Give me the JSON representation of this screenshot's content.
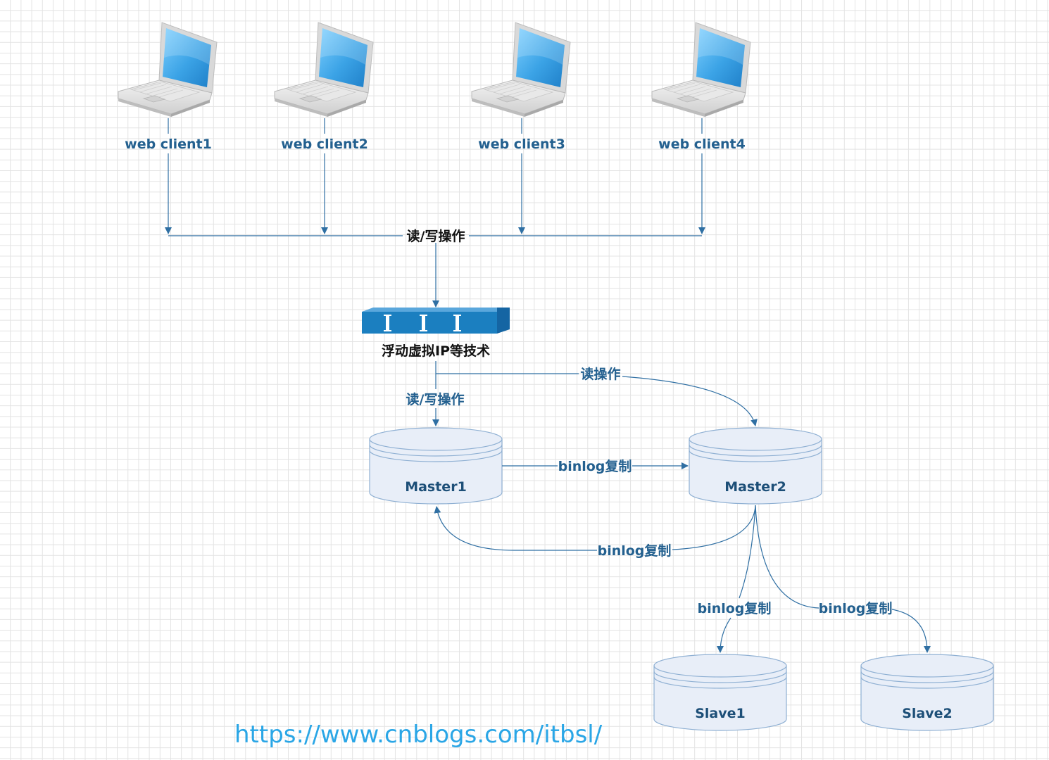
{
  "clients": [
    {
      "label": "web client1"
    },
    {
      "label": "web client2"
    },
    {
      "label": "web client3"
    },
    {
      "label": "web client4"
    }
  ],
  "bus_label": "读/写操作",
  "vip_label": "浮动虚拟IP等技术",
  "edges": {
    "vip_to_master1": "读/写操作",
    "vip_to_master2": "读操作",
    "master1_to_master2": "binlog复制",
    "master2_to_master1": "binlog复制",
    "master2_to_slave1": "binlog复制",
    "master2_to_slave2": "binlog复制"
  },
  "databases": {
    "master1": "Master1",
    "master2": "Master2",
    "slave1": "Slave1",
    "slave2": "Slave2"
  },
  "watermark": "https://www.cnblogs.com/itbsl/",
  "colors": {
    "line": "#2f6fa3",
    "label": "#23608f",
    "db_fill": "#e8eef8",
    "db_stroke": "#8fb0d3",
    "switch": "#1b7fc0",
    "watermark": "#2aa6e6"
  }
}
